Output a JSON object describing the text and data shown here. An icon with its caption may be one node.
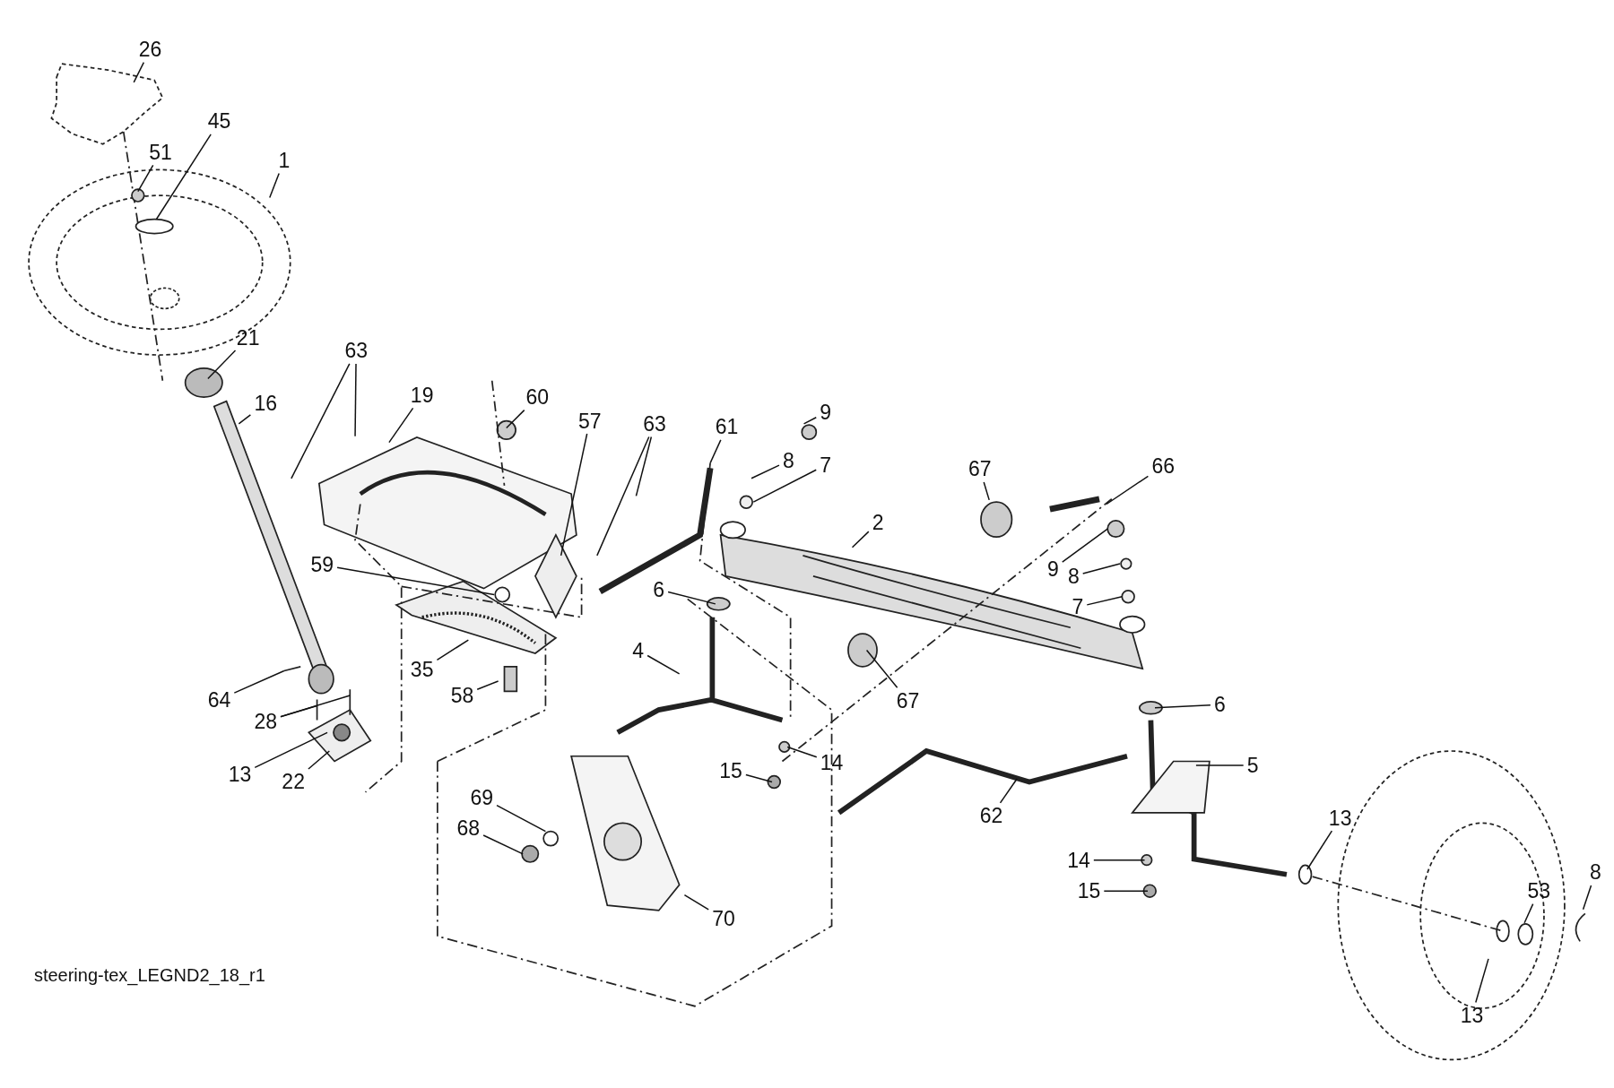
{
  "diagram": {
    "nodes": [
      {
        "text": [
          "26"
        ]
      },
      {
        "text": [
          "45"
        ]
      },
      {
        "text": [
          "51"
        ]
      },
      {
        "text": [
          "1"
        ]
      },
      {
        "text": [
          "21"
        ]
      },
      {
        "text": [
          "16"
        ]
      },
      {
        "text": [
          "63"
        ]
      },
      {
        "text": [
          "19"
        ]
      },
      {
        "text": [
          "60"
        ]
      },
      {
        "text": [
          "57"
        ]
      },
      {
        "text": [
          "63"
        ]
      },
      {
        "text": [
          "61"
        ]
      },
      {
        "text": [
          "9"
        ]
      },
      {
        "text": [
          "8"
        ]
      },
      {
        "text": [
          "7"
        ]
      },
      {
        "text": [
          "67"
        ]
      },
      {
        "text": [
          "66"
        ]
      },
      {
        "text": [
          "2"
        ]
      },
      {
        "text": [
          "9"
        ]
      },
      {
        "text": [
          "8"
        ]
      },
      {
        "text": [
          "7"
        ]
      },
      {
        "text": [
          "59"
        ]
      },
      {
        "text": [
          "6"
        ]
      },
      {
        "text": [
          "6"
        ]
      },
      {
        "text": [
          "4"
        ]
      },
      {
        "text": [
          "35"
        ]
      },
      {
        "text": [
          "58"
        ]
      },
      {
        "text": [
          "64"
        ]
      },
      {
        "text": [
          "28"
        ]
      },
      {
        "text": [
          "13"
        ]
      },
      {
        "text": [
          "22"
        ]
      },
      {
        "text": [
          "67"
        ]
      },
      {
        "text": [
          "14"
        ]
      },
      {
        "text": [
          "15"
        ]
      },
      {
        "text": [
          "5"
        ]
      },
      {
        "text": [
          "62"
        ]
      },
      {
        "text": [
          "69"
        ]
      },
      {
        "text": [
          "68"
        ]
      },
      {
        "text": [
          "70"
        ]
      },
      {
        "text": [
          "13"
        ]
      },
      {
        "text": [
          "14"
        ]
      },
      {
        "text": [
          "15"
        ]
      },
      {
        "text": [
          "53"
        ]
      },
      {
        "text": [
          "8"
        ]
      },
      {
        "text": [
          "13"
        ]
      }
    ],
    "edges": [
      {
        "from": 0,
        "to": null,
        "arrow": "none"
      },
      {
        "from": 1,
        "to": null,
        "arrow": "none"
      },
      {
        "from": 2,
        "to": null,
        "arrow": "none"
      },
      {
        "from": 3,
        "to": null,
        "arrow": "none"
      },
      {
        "from": 4,
        "to": null,
        "arrow": "none"
      },
      {
        "from": 5,
        "to": null,
        "arrow": "none"
      },
      {
        "from": 6,
        "to": null,
        "arrow": "none"
      },
      {
        "from": 6,
        "to": null,
        "arrow": "none"
      },
      {
        "from": 7,
        "to": null,
        "arrow": "none"
      },
      {
        "from": 8,
        "to": null,
        "arrow": "none"
      },
      {
        "from": 9,
        "to": null,
        "arrow": "none"
      },
      {
        "from": 10,
        "to": null,
        "arrow": "none"
      },
      {
        "from": 10,
        "to": null,
        "arrow": "none"
      },
      {
        "from": 11,
        "to": null,
        "arrow": "none"
      },
      {
        "from": 12,
        "to": null,
        "arrow": "none"
      },
      {
        "from": 13,
        "to": null,
        "arrow": "none"
      },
      {
        "from": 14,
        "to": null,
        "arrow": "none"
      },
      {
        "from": 15,
        "to": null,
        "arrow": "none"
      },
      {
        "from": 16,
        "to": null,
        "arrow": "none"
      },
      {
        "from": 17,
        "to": null,
        "arrow": "none"
      },
      {
        "from": 18,
        "to": null,
        "arrow": "none"
      },
      {
        "from": 19,
        "to": null,
        "arrow": "none"
      },
      {
        "from": 20,
        "to": null,
        "arrow": "none"
      },
      {
        "from": 21,
        "to": null,
        "arrow": "none"
      },
      {
        "from": 22,
        "to": null,
        "arrow": "none"
      },
      {
        "from": 23,
        "to": null,
        "arrow": "none"
      },
      {
        "from": 24,
        "to": null,
        "arrow": "none"
      },
      {
        "from": 25,
        "to": null,
        "arrow": "none"
      },
      {
        "from": 26,
        "to": null,
        "arrow": "none"
      },
      {
        "from": 27,
        "to": null,
        "arrow": "none"
      },
      {
        "from": 28,
        "to": null,
        "arrow": "none"
      },
      {
        "from": 28,
        "to": null,
        "arrow": "none"
      },
      {
        "from": 29,
        "to": null,
        "arrow": "none"
      },
      {
        "from": 30,
        "to": null,
        "arrow": "none"
      },
      {
        "from": 31,
        "to": null,
        "arrow": "none"
      },
      {
        "from": 32,
        "to": null,
        "arrow": "none"
      },
      {
        "from": 33,
        "to": null,
        "arrow": "none"
      },
      {
        "from": 34,
        "to": null,
        "arrow": "none"
      },
      {
        "from": 35,
        "to": null,
        "arrow": "none"
      },
      {
        "from": 36,
        "to": null,
        "arrow": "none"
      },
      {
        "from": 37,
        "to": null,
        "arrow": "none"
      },
      {
        "from": 38,
        "to": null,
        "arrow": "none"
      },
      {
        "from": 39,
        "to": null,
        "arrow": "none"
      },
      {
        "from": 40,
        "to": null,
        "arrow": "none"
      },
      {
        "from": 41,
        "to": null,
        "arrow": "none"
      },
      {
        "from": 42,
        "to": null,
        "arrow": "none"
      },
      {
        "from": 43,
        "to": null,
        "arrow": "none"
      },
      {
        "from": 44,
        "to": null,
        "arrow": "none"
      }
    ],
    "labels": [
      "steering-tex_LEGND2_18_r1"
    ]
  }
}
